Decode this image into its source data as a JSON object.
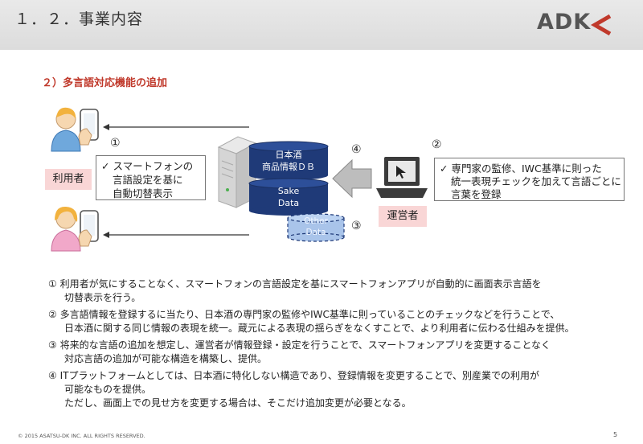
{
  "header": {
    "title": "１．２．事業内容",
    "logo_text": "ADK"
  },
  "section_title": "２）多言語対応機能の追加",
  "diagram": {
    "user_label": "利用者",
    "operator_label": "運営者",
    "markers": [
      "①",
      "②",
      "③",
      "④"
    ],
    "user_box_lines": [
      "✓ スマートフォンの",
      "言語設定を基に",
      "自動切替表示"
    ],
    "operator_box_lines": [
      "✓ 専門家の監修、IWC基準に則った",
      "統一表現チェックを加えて言語ごとに",
      "言葉を登録"
    ],
    "db_top_lines": [
      "日本酒",
      "商品情報ＤＢ"
    ],
    "db_bottom_lines": [
      "Sake",
      "Data"
    ],
    "other_lines": [
      "Other",
      "Data"
    ]
  },
  "notes": [
    "①  利用者が気にすることなく、スマートフォンの言語設定を基にスマートフォンアプリが自動的に画面表示言語を",
    "切替表示を行う。",
    "②  多言語情報を登録するに当たり、日本酒の専門家の監修やIWC基準に則っていることのチェックなどを行うことで、",
    "日本酒に関する同じ情報の表現を統一。蔵元による表現の揺らぎをなくすことで、より利用者に伝わる仕組みを提供。",
    "③  将来的な言語の追加を想定し、運営者が情報登録・設定を行うことで、スマートフォンアプリを変更することなく",
    "対応言語の追加が可能な構造を構築し、提供。",
    "④  ITプラットフォームとしては、日本酒に特化しない構造であり、登録情報を変更することで、別産業での利用が",
    "可能なものを提供。",
    "ただし、画面上での見せ方を変更する場合は、そこだけ追加変更が必要となる。"
  ],
  "footer": {
    "copyright": "© 2015 ASATSU-DK INC. ALL RIGHTS RESERVED.",
    "page": "5"
  }
}
